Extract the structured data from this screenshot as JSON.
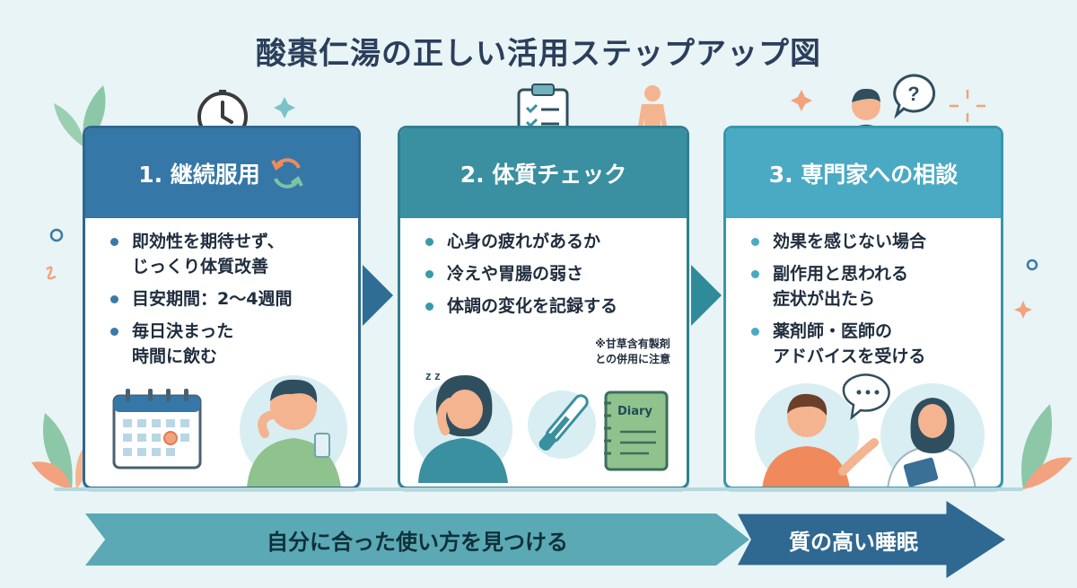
{
  "title": "酸棗仁湯の正しい活用ステップアップ図",
  "steps": [
    {
      "heading": "1. 継続服用",
      "bullets": [
        "即効性を期待せず、\nじっくり体質改善",
        "目安期間：2〜4週間",
        "毎日決まった\n時間に飲む"
      ]
    },
    {
      "heading": "2. 体質チェック",
      "bullets": [
        "心身の疲れがあるか",
        "冷えや胃腸の弱さ",
        "体調の変化を記録する"
      ],
      "note": "※甘草含有製剤\nとの併用に注意",
      "diary_label": "Diary"
    },
    {
      "heading": "3. 専門家への相談",
      "bullets": [
        "効果を感じない場合",
        "副作用と思われる\n症状が出たら",
        "薬剤師・医師の\nアドバイスを受ける"
      ]
    }
  ],
  "bottom": {
    "journey": "自分に合った使い方を見つける",
    "goal": "質の高い睡眠"
  },
  "colors": {
    "step1": "#3577a6",
    "step2": "#3a8fa0",
    "step3": "#4aaac3",
    "background": "#e8f4f5",
    "goal_arrow": "#2f6891"
  },
  "icons": [
    "clock-icon",
    "refresh-icon",
    "clipboard-icon",
    "body-silhouette-icon",
    "doctor-icon",
    "question-bubble-icon",
    "calendar-icon",
    "thermometer-icon",
    "diary-icon",
    "chat-bubble-icon"
  ]
}
